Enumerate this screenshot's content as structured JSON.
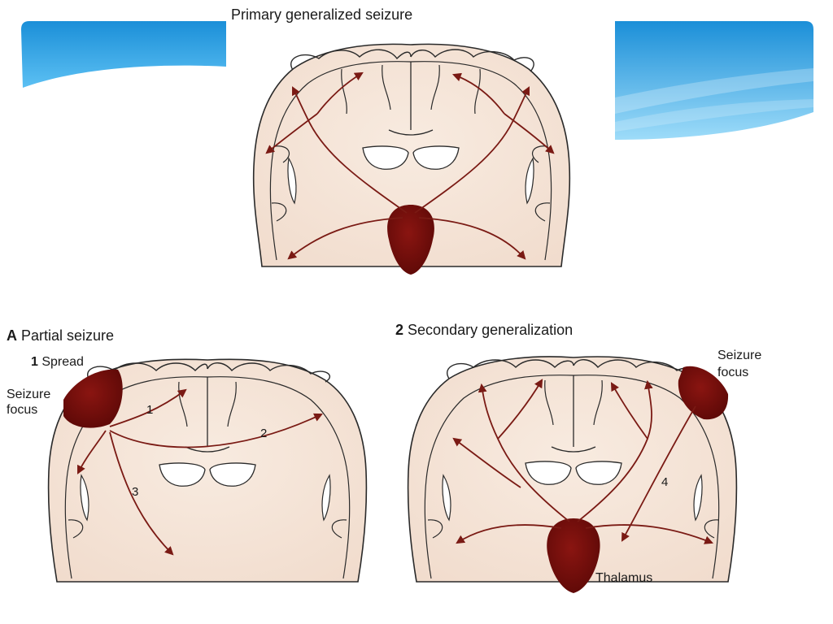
{
  "primary": {
    "title": "Primary generalized seizure"
  },
  "partial": {
    "letter": "A",
    "title": "Partial seizure",
    "step_number": "1",
    "step_label": "Spread",
    "focus_label_line1": "Seizure",
    "focus_label_line2": "focus",
    "path_labels": [
      "1",
      "2",
      "3"
    ]
  },
  "secondary": {
    "step_number": "2",
    "title": "Secondary generalization",
    "focus_label_line1": "Seizure",
    "focus_label_line2": "focus",
    "path_label": "4",
    "thalamus_label": "Thalamus"
  },
  "colors": {
    "tissue": "#f6e6da",
    "outline": "#2a2a2a",
    "arrow": "#7a1a14",
    "focus": "#6e0f0c",
    "banner_top": "#1b8fd8",
    "banner_bottom": "#8fd4f7"
  }
}
